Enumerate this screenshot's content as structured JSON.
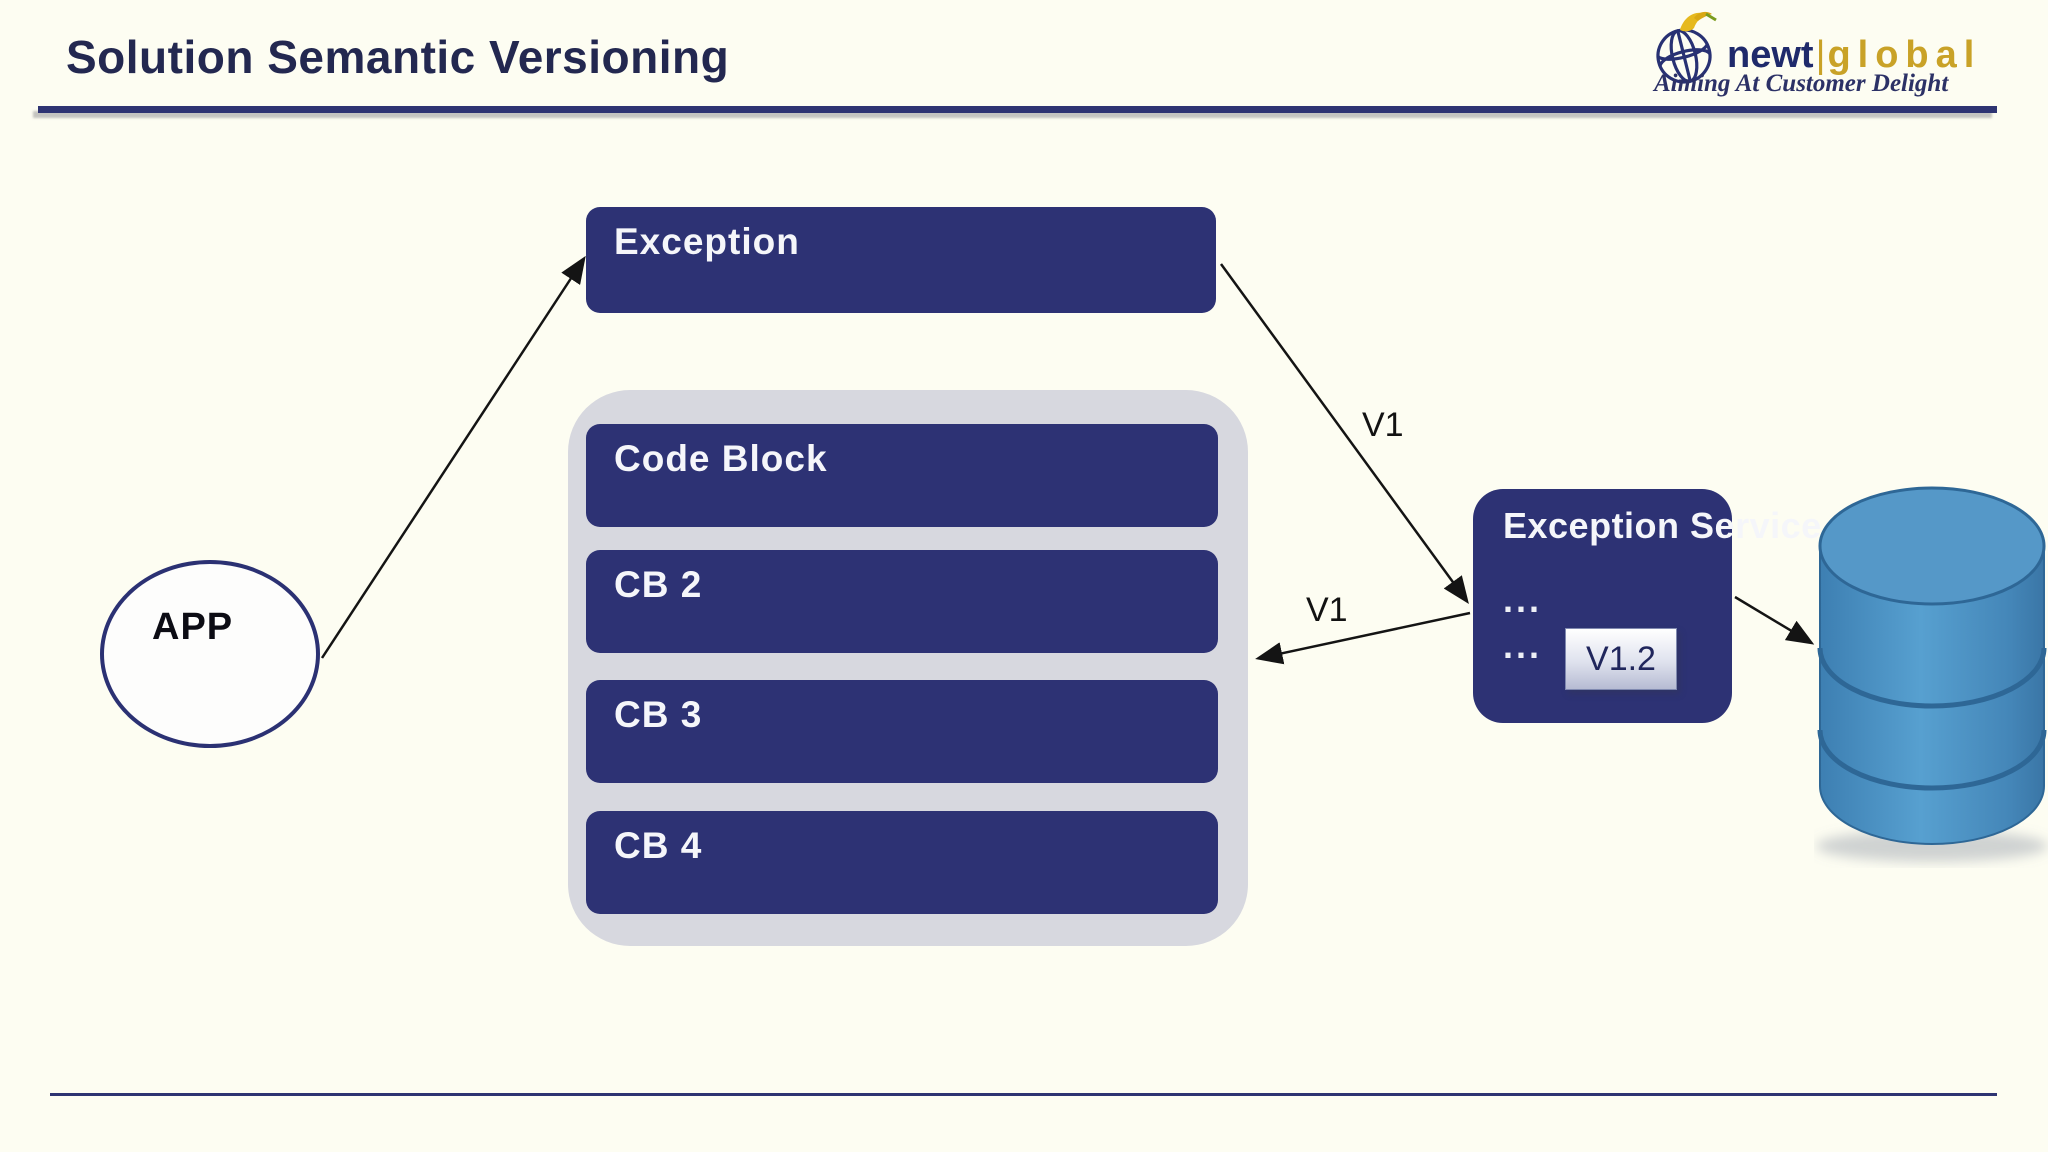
{
  "slide": {
    "title": "Solution Semantic Versioning"
  },
  "logo": {
    "brand_left": "newt",
    "separator": "|",
    "brand_right": "global",
    "tagline": "Aiming At Customer Delight"
  },
  "diagram": {
    "app_label": "APP",
    "exception_label": "Exception",
    "code_container_blocks": [
      "Code Block",
      "CB 2",
      "CB 3",
      "CB 4"
    ],
    "service": {
      "label": "Exception Service",
      "ellipsis1": "...",
      "ellipsis2": "...",
      "version_badge": "V1.2"
    },
    "arrow_labels": {
      "exception_to_service": "V1",
      "service_to_codeblocks": "V1"
    },
    "icons": {
      "database": "database-cylinder"
    }
  },
  "colors": {
    "background": "#fdfdf2",
    "node_navy": "#2d3274",
    "container_gray": "#d7d8df",
    "ink_navy": "#232850",
    "logo_gold": "#c9a227",
    "database_blue": "#4a8fc0",
    "arrow_black": "#141414"
  }
}
